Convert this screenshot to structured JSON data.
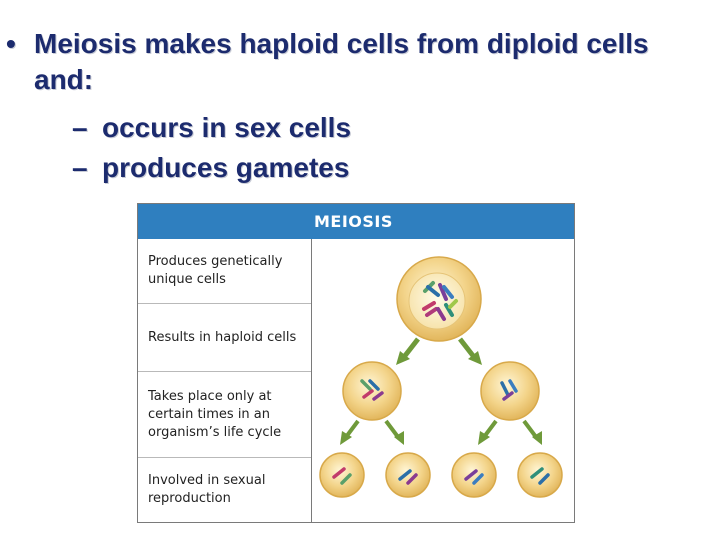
{
  "slide": {
    "bullet": {
      "marker": "•",
      "text": "Meiosis makes haploid cells from diploid cells and:"
    },
    "sub_bullets": [
      {
        "dash": "–",
        "text": "occurs in sex cells"
      },
      {
        "dash": "–",
        "text": "produces gametes"
      }
    ]
  },
  "table": {
    "header": "MEIOSIS",
    "header_color": "#2f7fbf",
    "rows": [
      {
        "label": "Produces genetically unique cells"
      },
      {
        "label": "Results in haploid cells"
      },
      {
        "label": "Takes place only at certain times in an organism’s life cycle"
      },
      {
        "label": "Involved in sexual reproduction"
      }
    ]
  },
  "diagram": {
    "cell_color": "#f3d48a",
    "arrow_color": "#6f9a3a",
    "cells": [
      "parent-cell",
      "daughter-cell-left",
      "daughter-cell-right",
      "gamete-1",
      "gamete-2",
      "gamete-3",
      "gamete-4"
    ]
  }
}
